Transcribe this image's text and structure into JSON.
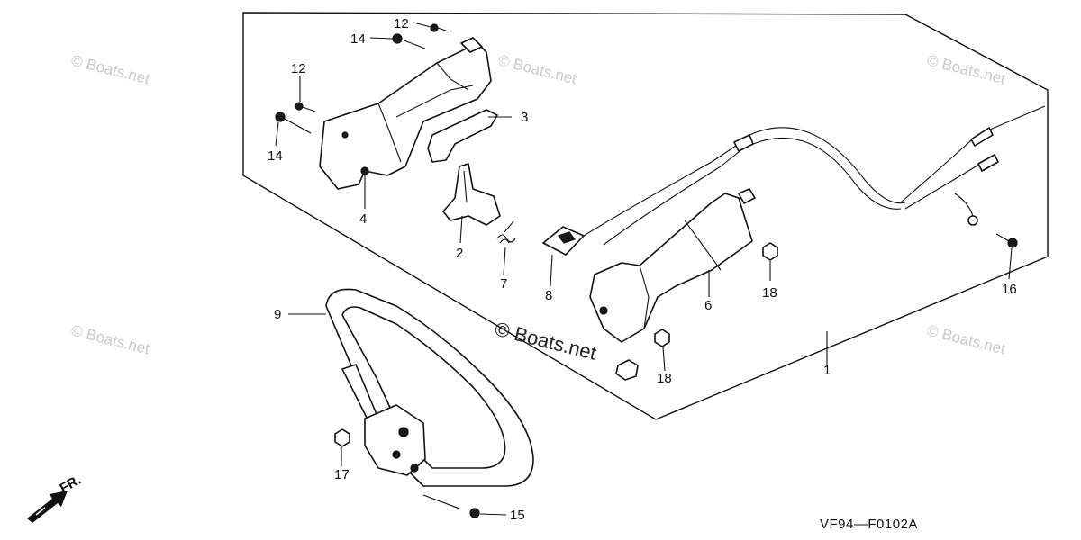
{
  "watermark": "© Boats.net",
  "diagram_code": "VF94—F0102A",
  "front_indicator": "FR.",
  "callouts": {
    "c1": "1",
    "c2": "2",
    "c3": "3",
    "c4": "4",
    "c6": "6",
    "c7": "7",
    "c8": "8",
    "c9": "9",
    "c12a": "12",
    "c12b": "12",
    "c14a": "14",
    "c14b": "14",
    "c15": "15",
    "c16": "16",
    "c17": "17",
    "c18a": "18",
    "c18b": "18"
  }
}
